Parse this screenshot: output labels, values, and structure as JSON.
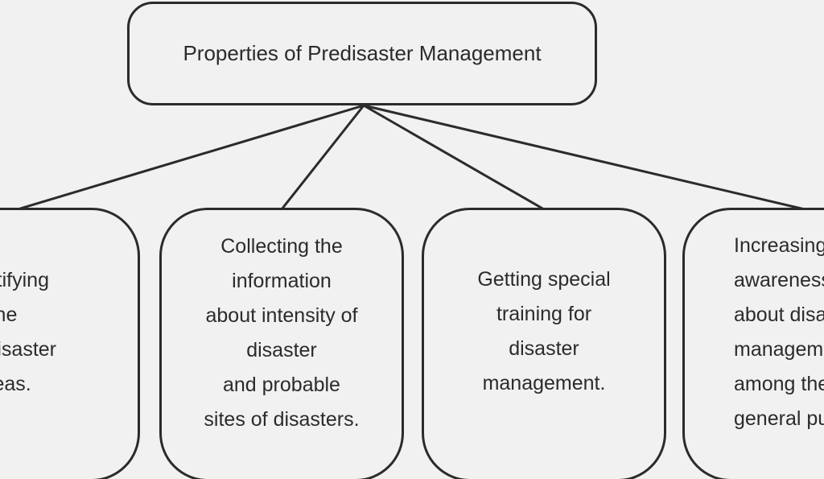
{
  "diagram": {
    "root": {
      "label": "Properties of Predisaster Management"
    },
    "children": [
      {
        "label": "Identifying\nthe\npre-disaster\nareas."
      },
      {
        "label": "Collecting the\ninformation\nabout intensity of\ndisaster\nand probable\nsites of disasters."
      },
      {
        "label": "Getting special\ntraining for\ndisaster\nmanagement."
      },
      {
        "label": "Increasing\nawareness\nabout disaster\nmanagement\namong the\ngeneral public"
      }
    ]
  },
  "colors": {
    "background": "#f1f1f1",
    "stroke": "#2b2b2b",
    "text": "#2b2b2b"
  }
}
